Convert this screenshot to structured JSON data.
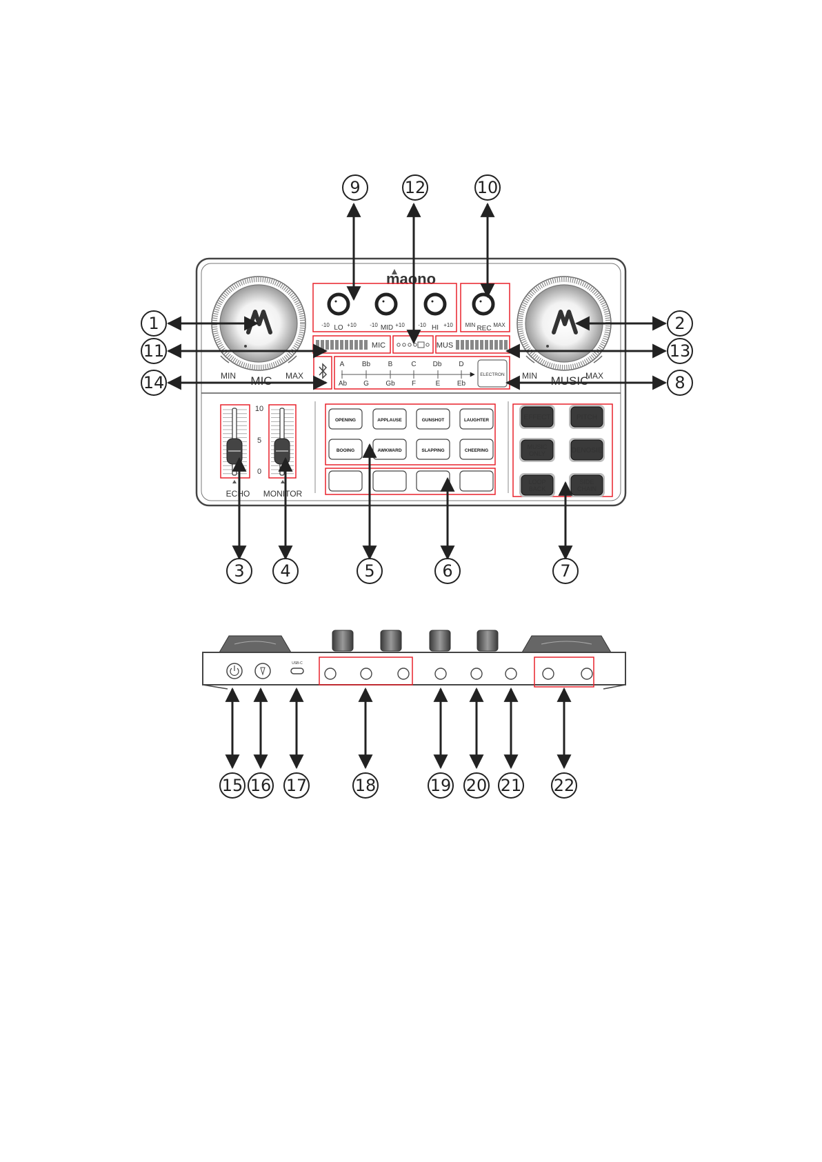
{
  "brand": "maono",
  "callouts": [
    "1",
    "2",
    "3",
    "4",
    "5",
    "6",
    "7",
    "8",
    "9",
    "10",
    "11",
    "12",
    "13",
    "14",
    "15",
    "16",
    "17",
    "18",
    "19",
    "20",
    "21",
    "22"
  ],
  "mic_knob": {
    "label": "MIC",
    "min": "MIN",
    "max": "MAX"
  },
  "music_knob": {
    "label": "MUSIC",
    "min": "MIN",
    "max": "MAX"
  },
  "eq_knobs": [
    {
      "label": "LO",
      "minus": "-10",
      "plus": "+10"
    },
    {
      "label": "MID",
      "minus": "-10",
      "plus": "+10"
    },
    {
      "label": "HI",
      "minus": "-10",
      "plus": "+10"
    }
  ],
  "rec_knob": {
    "label": "REC",
    "min": "MIN",
    "max": "MAX"
  },
  "meters": {
    "mic": "MIC",
    "mus": "MUS"
  },
  "keys": {
    "top": [
      "A",
      "Bb",
      "B",
      "C",
      "Db",
      "D"
    ],
    "bottom": [
      "Ab",
      "G",
      "Gb",
      "F",
      "E",
      "Eb"
    ],
    "electron": "ELECTRON"
  },
  "faders": {
    "scale": [
      "10",
      "5",
      "0"
    ],
    "echo": "ECHO",
    "monitor": "MONITOR"
  },
  "sound_pads": [
    "OPENING",
    "APPLAUSE",
    "GUNSHOT",
    "LAUGHTER",
    "BOOING",
    "AWKWARD",
    "SLAPPING",
    "CHEERING"
  ],
  "effect_buttons": [
    {
      "line1": "EFFECT",
      "line2": ""
    },
    {
      "line1": "PITCH",
      "line2": ""
    },
    {
      "line1": "MUSIC",
      "line2": "ONLY"
    },
    {
      "line1": "DENOSIE",
      "line2": ""
    },
    {
      "line1": "LOOP",
      "line2": "BACK"
    },
    {
      "line1": "SIDE",
      "line2": "CHAIN"
    }
  ],
  "rear_ports": {
    "usb": "USB-C"
  },
  "colors": {
    "highlight": "#e8202a",
    "line": "#333333",
    "dark_button": "#3a3a3a"
  }
}
